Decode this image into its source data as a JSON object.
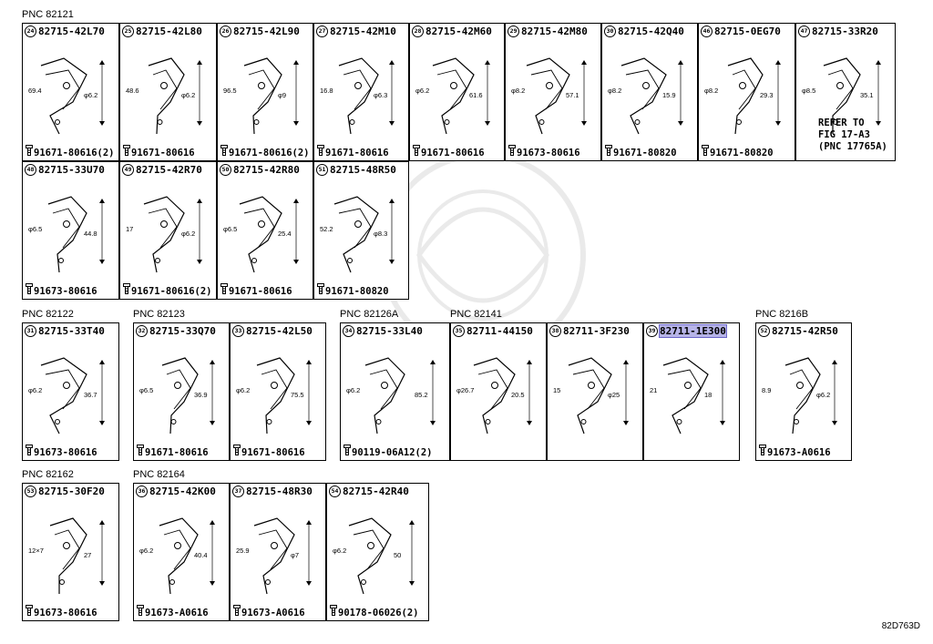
{
  "pnc_labels": [
    "PNC 82121",
    "PNC 82122",
    "PNC 82123",
    "PNC 82126A",
    "PNC 82141",
    "PNC 8216B",
    "PNC 82162",
    "PNC 82164"
  ],
  "footer_code": "82D763D",
  "highlight_color": "#b7b4e8",
  "parts": [
    {
      "num": "24",
      "pn": "82715-42L70",
      "bolt": "91671-80616(2)",
      "dims": [
        "69.4",
        "φ6.2"
      ]
    },
    {
      "num": "25",
      "pn": "82715-42L80",
      "bolt": "91671-80616",
      "dims": [
        "48.6",
        "φ6.2"
      ]
    },
    {
      "num": "26",
      "pn": "82715-42L90",
      "bolt": "91671-80616(2)",
      "dims": [
        "96.5",
        "φ9"
      ]
    },
    {
      "num": "27",
      "pn": "82715-42M10",
      "bolt": "91671-80616",
      "dims": [
        "16.8",
        "φ6.3"
      ]
    },
    {
      "num": "28",
      "pn": "82715-42M60",
      "bolt": "91671-80616",
      "dims": [
        "φ6.2",
        "61.6"
      ]
    },
    {
      "num": "29",
      "pn": "82715-42M80",
      "bolt": "91673-80616",
      "dims": [
        "φ8.2",
        "57.1"
      ]
    },
    {
      "num": "30",
      "pn": "82715-42Q40",
      "bolt": "91671-80820",
      "dims": [
        "φ8.2",
        "15.9"
      ]
    },
    {
      "num": "46",
      "pn": "82715-0EG70",
      "bolt": "91671-80820",
      "dims": [
        "φ8.2",
        "29.3"
      ]
    },
    {
      "num": "47",
      "pn": "82715-33R20",
      "bolt": "",
      "dims": [
        "φ8.5",
        "35.1"
      ]
    },
    {
      "num": "48",
      "pn": "82715-33U70",
      "bolt": "91673-80616",
      "dims": [
        "φ6.5",
        "44.8"
      ]
    },
    {
      "num": "49",
      "pn": "82715-42R70",
      "bolt": "91671-80616(2)",
      "dims": [
        "17",
        "φ6.2"
      ]
    },
    {
      "num": "50",
      "pn": "82715-42R80",
      "bolt": "91671-80616",
      "dims": [
        "φ6.5",
        "25.4"
      ]
    },
    {
      "num": "51",
      "pn": "82715-48R50",
      "bolt": "91671-80820",
      "dims": [
        "52.2",
        "φ8.3"
      ]
    },
    {
      "num": "31",
      "pn": "82715-33T40",
      "bolt": "91673-80616",
      "dims": [
        "φ6.2",
        "36.7"
      ]
    },
    {
      "num": "32",
      "pn": "82715-33Q70",
      "bolt": "91671-80616",
      "dims": [
        "φ6.5",
        "36.9"
      ]
    },
    {
      "num": "33",
      "pn": "82715-42L50",
      "bolt": "91671-80616",
      "dims": [
        "φ6.2",
        "75.5"
      ]
    },
    {
      "num": "34",
      "pn": "82715-33L40",
      "bolt": "90119-06A12(2)",
      "dims": [
        "φ6.2",
        "85.2"
      ]
    },
    {
      "num": "35",
      "pn": "82711-44150",
      "bolt": "",
      "dims": [
        "φ26.7",
        "20.5"
      ]
    },
    {
      "num": "38",
      "pn": "82711-3F230",
      "bolt": "",
      "dims": [
        "15",
        "φ25"
      ]
    },
    {
      "num": "39",
      "pn": "82711-1E300",
      "bolt": "",
      "dims": [
        "21",
        "18"
      ]
    },
    {
      "num": "52",
      "pn": "82715-42R50",
      "bolt": "91673-A0616",
      "dims": [
        "8.9",
        "φ6.2"
      ]
    },
    {
      "num": "53",
      "pn": "82715-30F20",
      "bolt": "91673-80616",
      "dims": [
        "12×7",
        "27"
      ]
    },
    {
      "num": "36",
      "pn": "82715-42K00",
      "bolt": "91673-A0616",
      "dims": [
        "φ6.2",
        "40.4"
      ]
    },
    {
      "num": "37",
      "pn": "82715-48R30",
      "bolt": "91673-A0616",
      "dims": [
        "25.9",
        "φ7"
      ]
    },
    {
      "num": "54",
      "pn": "82715-42R40",
      "bolt": "90178-06026(2)",
      "dims": [
        "φ6.2",
        "50"
      ]
    }
  ],
  "refer_note": "REFER TO\nFIG 17-A3\n(PNC 17765A)"
}
